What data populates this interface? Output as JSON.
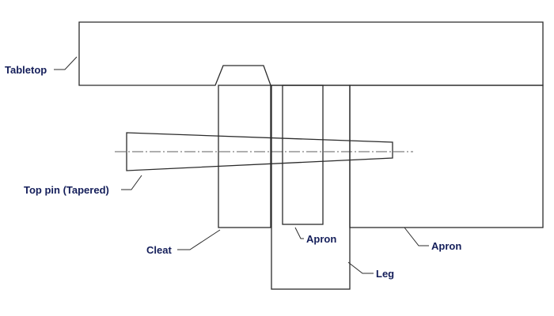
{
  "labels": {
    "tabletop": "Tabletop",
    "top_pin": "Top pin (Tapered)",
    "cleat": "Cleat",
    "apron_inner": "Apron",
    "apron_outer": "Apron",
    "leg": "Leg"
  },
  "colors": {
    "line": "#2b2b2b",
    "label": "#141e5a",
    "background": "#ffffff"
  }
}
